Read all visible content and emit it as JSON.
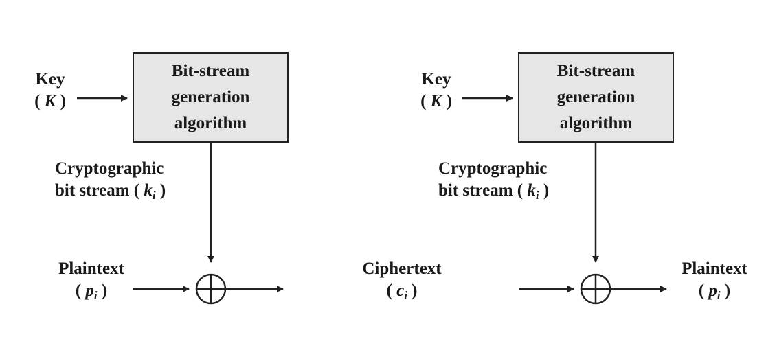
{
  "encrypt": {
    "key_label": "Key",
    "key_symbol": "K",
    "box_lines": [
      "Bit-stream",
      "generation",
      "algorithm"
    ],
    "stream_line1": "Cryptographic",
    "stream_line2": "bit stream",
    "stream_symbol": "k",
    "stream_sub": "i",
    "input_label": "Plaintext",
    "input_symbol": "p",
    "input_sub": "i"
  },
  "middle": {
    "label": "Ciphertext",
    "symbol": "c",
    "sub": "i"
  },
  "decrypt": {
    "key_label": "Key",
    "key_symbol": "K",
    "box_lines": [
      "Bit-stream",
      "generation",
      "algorithm"
    ],
    "stream_line1": "Cryptographic",
    "stream_line2": "bit stream",
    "stream_symbol": "k",
    "stream_sub": "i",
    "output_label": "Plaintext",
    "output_symbol": "p",
    "output_sub": "i"
  },
  "colors": {
    "box_fill": "#e6e6e6",
    "stroke": "#222222"
  }
}
